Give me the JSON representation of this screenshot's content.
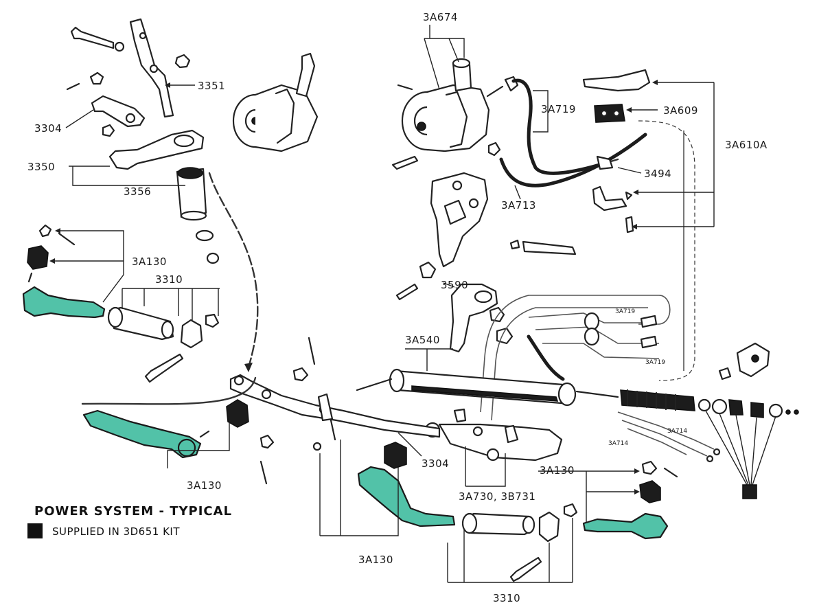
{
  "caption": {
    "title": "POWER SYSTEM - TYPICAL",
    "legend_text": "SUPPLIED IN 3D651 KIT",
    "legend_marker": "black-square"
  },
  "labels": {
    "p3351": "3351",
    "p3304_top": "3304",
    "p3350": "3350",
    "p3356": "3356",
    "p3a130_left": "3A130",
    "p3310_left": "3310",
    "p3a674": "3A674",
    "p3a719": "3A719",
    "p3a609": "3A609",
    "p3a610a": "3A610A",
    "p3494": "3494",
    "p3a713": "3A713",
    "p3590": "3590",
    "p3a540": "3A540",
    "p3a719_sm1": "3A719",
    "p3a719_sm2": "3A719",
    "p3a714_a": "3A714",
    "p3a714_b": "3A714",
    "p3a130_right": "3A130",
    "p3304_mid": "3304",
    "p3a730": "3A730, 3B731",
    "p3a130_bottom_left": "3A130",
    "p3a130_bottom_mid": "3A130",
    "p3310_bottom": "3310"
  },
  "colors": {
    "highlight": "#52c2a8",
    "line": "#222222",
    "kit_part": "#1c1c1c",
    "background": "#ffffff"
  }
}
